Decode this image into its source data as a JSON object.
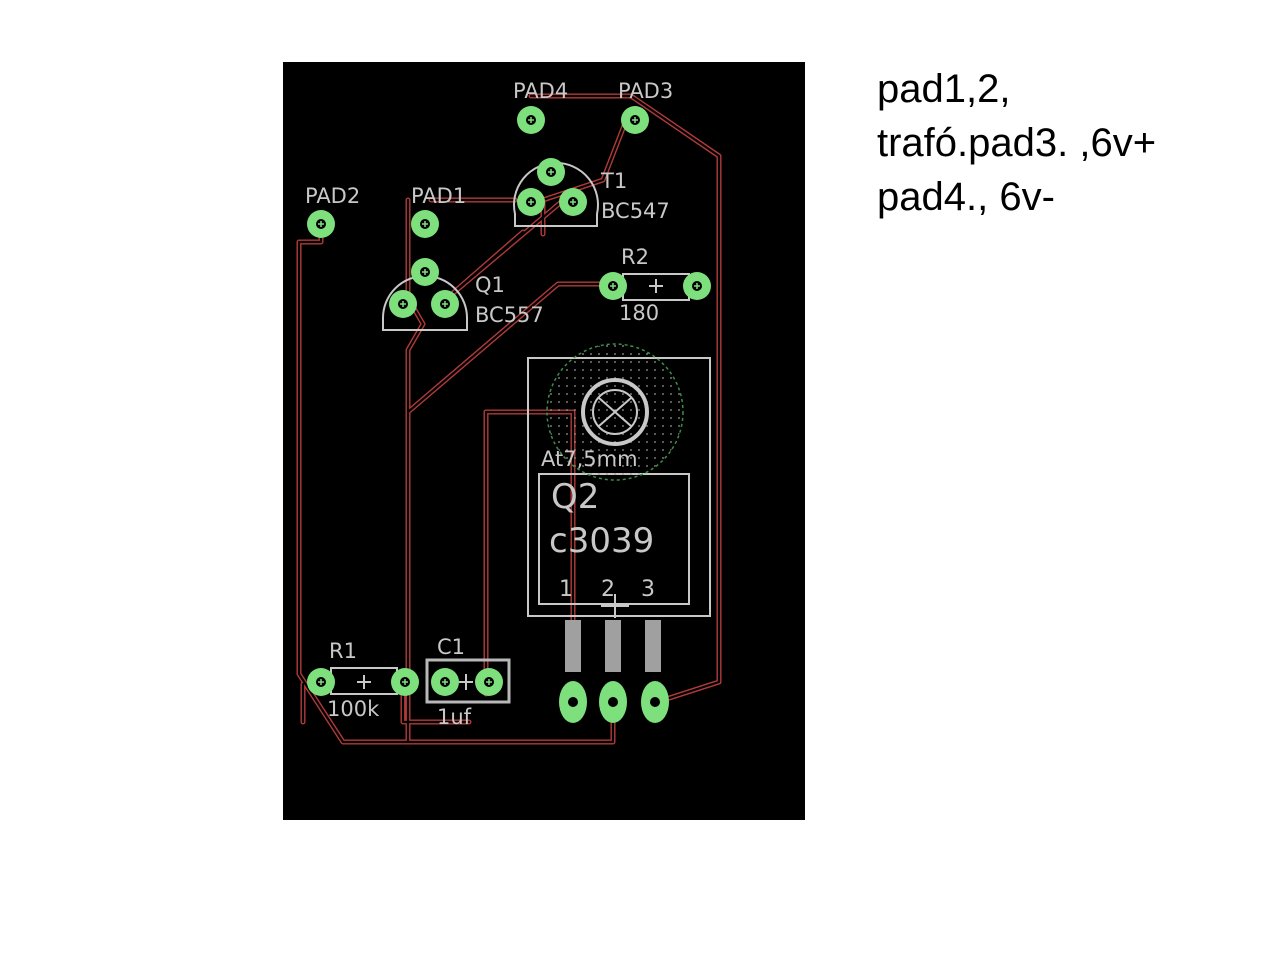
{
  "board": {
    "pads": {
      "pad1": "PAD1",
      "pad2": "PAD2",
      "pad3": "PAD3",
      "pad4": "PAD4"
    },
    "t1": {
      "name": "T1",
      "value": "BC547"
    },
    "q1": {
      "name": "Q1",
      "value": "BC557"
    },
    "r2": {
      "name": "R2",
      "value": "180"
    },
    "r1": {
      "name": "R1",
      "value": "100k"
    },
    "c1": {
      "name": "C1",
      "value": "1uf"
    },
    "heatsink": "At7,5mm",
    "q2": {
      "name": "Q2",
      "value": "c3039",
      "pin1": "1",
      "pin2": "2",
      "pin3": "3"
    }
  },
  "notes": [
    "pad1,2,",
    "trafó.pad3. ,6v+",
    "pad4., 6v-"
  ],
  "colors": {
    "board": "#000000",
    "trace": "#b03a3a",
    "pad": "#7de07d",
    "silkscreen": "#c8c8c8"
  }
}
